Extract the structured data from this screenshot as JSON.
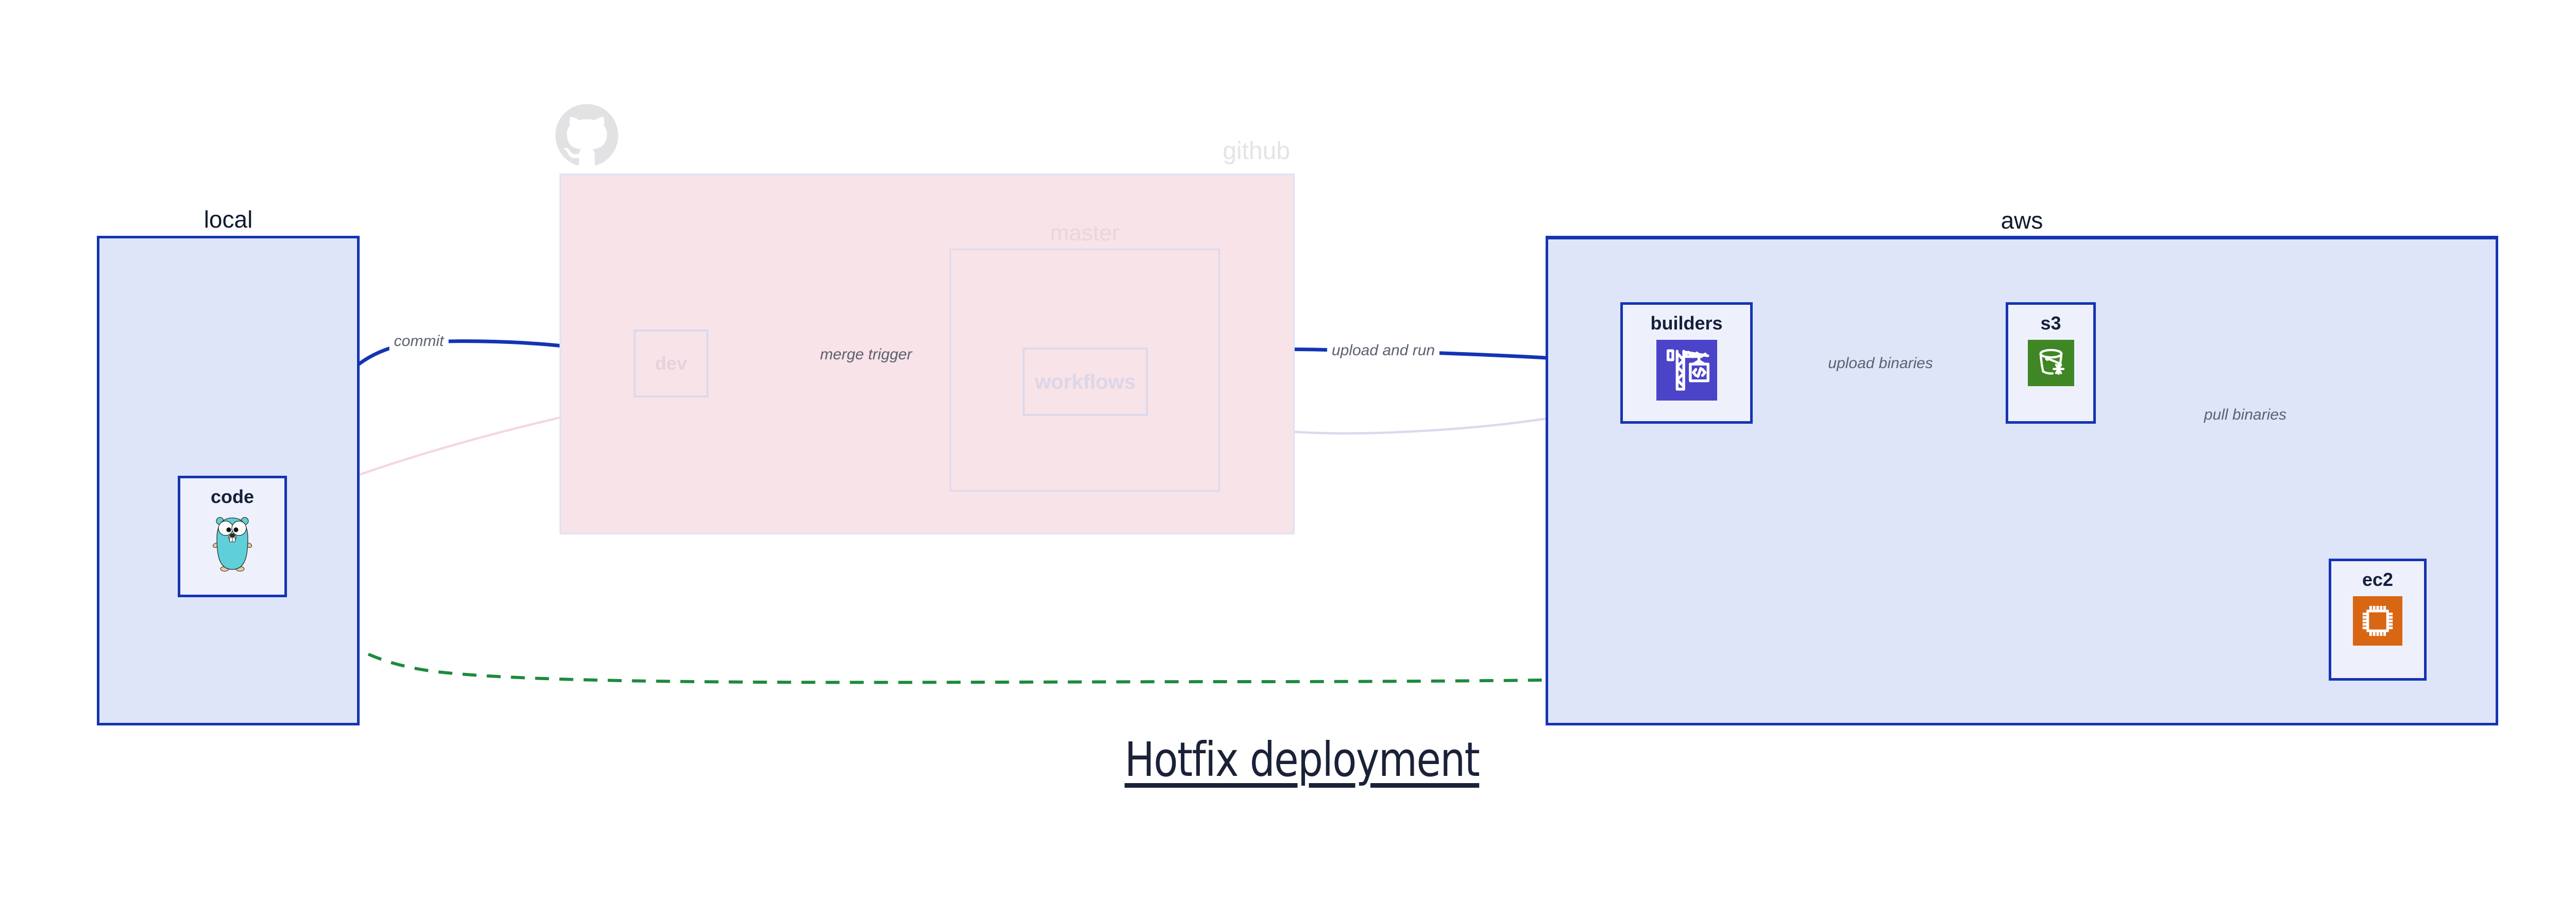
{
  "title": "Hotfix deployment",
  "containers": {
    "local": {
      "label": "local"
    },
    "github": {
      "label": "github"
    },
    "master": {
      "label": "master"
    },
    "aws": {
      "label": "aws"
    }
  },
  "nodes": {
    "code": {
      "label": "code",
      "icon": "go-gopher-icon"
    },
    "dev": {
      "label": "dev"
    },
    "workflows": {
      "label": "workflows"
    },
    "builders": {
      "label": "builders",
      "icon": "codebuild-crane-icon"
    },
    "s3": {
      "label": "s3",
      "icon": "s3-bucket-icon"
    },
    "ec2": {
      "label": "ec2",
      "icon": "ec2-chip-icon"
    }
  },
  "edges": [
    {
      "label": "commit",
      "from": "code",
      "to": "dev",
      "style": "solid-blue"
    },
    {
      "label": "merge trigger",
      "from": "dev",
      "to": "workflows",
      "style": "solid-blue"
    },
    {
      "label": "upload and run",
      "from": "workflows",
      "to": "builders",
      "style": "solid-blue"
    },
    {
      "label": "upload binaries",
      "from": "builders",
      "to": "s3",
      "style": "solid-blue"
    },
    {
      "label": "pull binaries",
      "from": "s3",
      "to": "ec2",
      "style": "solid-blue"
    },
    {
      "label": "",
      "from": "code",
      "to": "dev",
      "style": "faded-pink"
    },
    {
      "label": "",
      "from": "dev",
      "to": "workflows",
      "style": "faded-lavender"
    },
    {
      "label": "",
      "from": "workflows",
      "to": "builders",
      "style": "faded-lavender"
    },
    {
      "label": "",
      "from": "code",
      "to": "ec2",
      "style": "dashed-green"
    }
  ],
  "colors": {
    "primary_blue": "#1434b3",
    "container_fill": "#dfe5f8",
    "node_fill": "#eef1fb",
    "github_pink_fill": "#f8e3e8",
    "faded_border": "#ddd9ec",
    "faded_pink_edge": "#f3d8df",
    "faded_lavender_edge": "#dcd9ee",
    "dashed_green": "#1e8a3d",
    "edge_label_text": "#5b6170",
    "codebuild_purple": "#4b44c8",
    "s3_green": "#3f8624",
    "ec2_orange": "#d86613",
    "gopher_teal": "#5fd0d9",
    "octocat_gray": "#e2e2e4"
  }
}
